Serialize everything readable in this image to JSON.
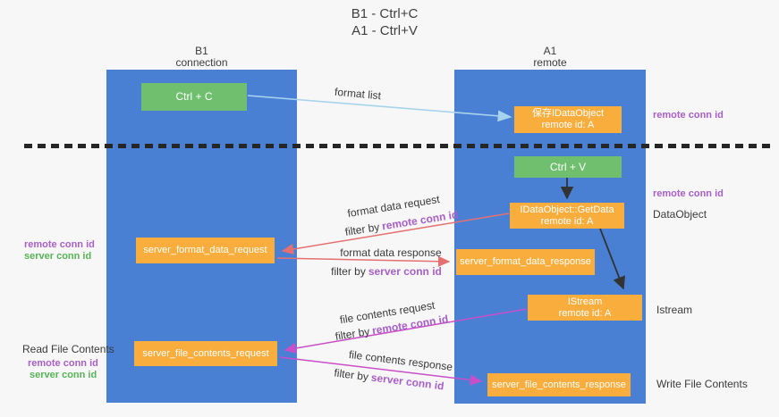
{
  "title": {
    "line1": "B1 - Ctrl+C",
    "line2": "A1 - Ctrl+V"
  },
  "lanes": {
    "left": {
      "name": "B1",
      "subtitle": "connection"
    },
    "right": {
      "name": "A1",
      "subtitle": "remote"
    }
  },
  "nodes": {
    "ctrl_c": {
      "label": "Ctrl + C"
    },
    "ctrl_v": {
      "label": "Ctrl + V"
    },
    "save_dataobject": {
      "line1": "保存IDataObject",
      "line2": "remote id: A"
    },
    "getdata": {
      "line1": "IDataObject::GetData",
      "line2": "remote id: A"
    },
    "format_request": {
      "label": "server_format_data_request"
    },
    "format_response": {
      "label": "server_format_data_response"
    },
    "istream": {
      "line1": "IStream",
      "line2": "remote id: A"
    },
    "file_request": {
      "label": "server_file_contents_request"
    },
    "file_response": {
      "label": "server_file_contents_response"
    }
  },
  "arrows": {
    "format_list": {
      "text": "format list"
    },
    "format_data_request": {
      "text": "format data request",
      "filter_prefix": "filter by",
      "filter_id": "remote conn id"
    },
    "format_data_response": {
      "text": "format data response",
      "filter_prefix": "filter by",
      "filter_id": "server conn id"
    },
    "file_contents_request": {
      "text": "file contents request",
      "filter_prefix": "filter by",
      "filter_id": "remote conn id"
    },
    "file_contents_response": {
      "text": "file contents response",
      "filter_prefix": "filter by",
      "filter_id": "server conn id"
    }
  },
  "side_labels": {
    "remote_conn_top_right": "remote conn id",
    "remote_conn_mid_right": "remote conn id",
    "dataobject": "DataObject",
    "istream": "Istream",
    "write_file_contents": "Write File Contents",
    "left_remote_conn": "remote conn id",
    "left_server_conn": "server conn id",
    "read_file_contents": "Read File Contents",
    "read_remote_conn": "remote conn id",
    "read_server_conn": "server conn id"
  },
  "colors": {
    "lane_blue": "#4a80d4",
    "node_green": "#6fbf6f",
    "node_orange": "#f9ad3d",
    "arrow_red": "#e57070",
    "arrow_magenta": "#c84fc8",
    "arrow_lightblue": "#a8d3ee",
    "arrow_black": "#333333",
    "label_purple": "#a95fc9",
    "label_green": "#56b356"
  }
}
